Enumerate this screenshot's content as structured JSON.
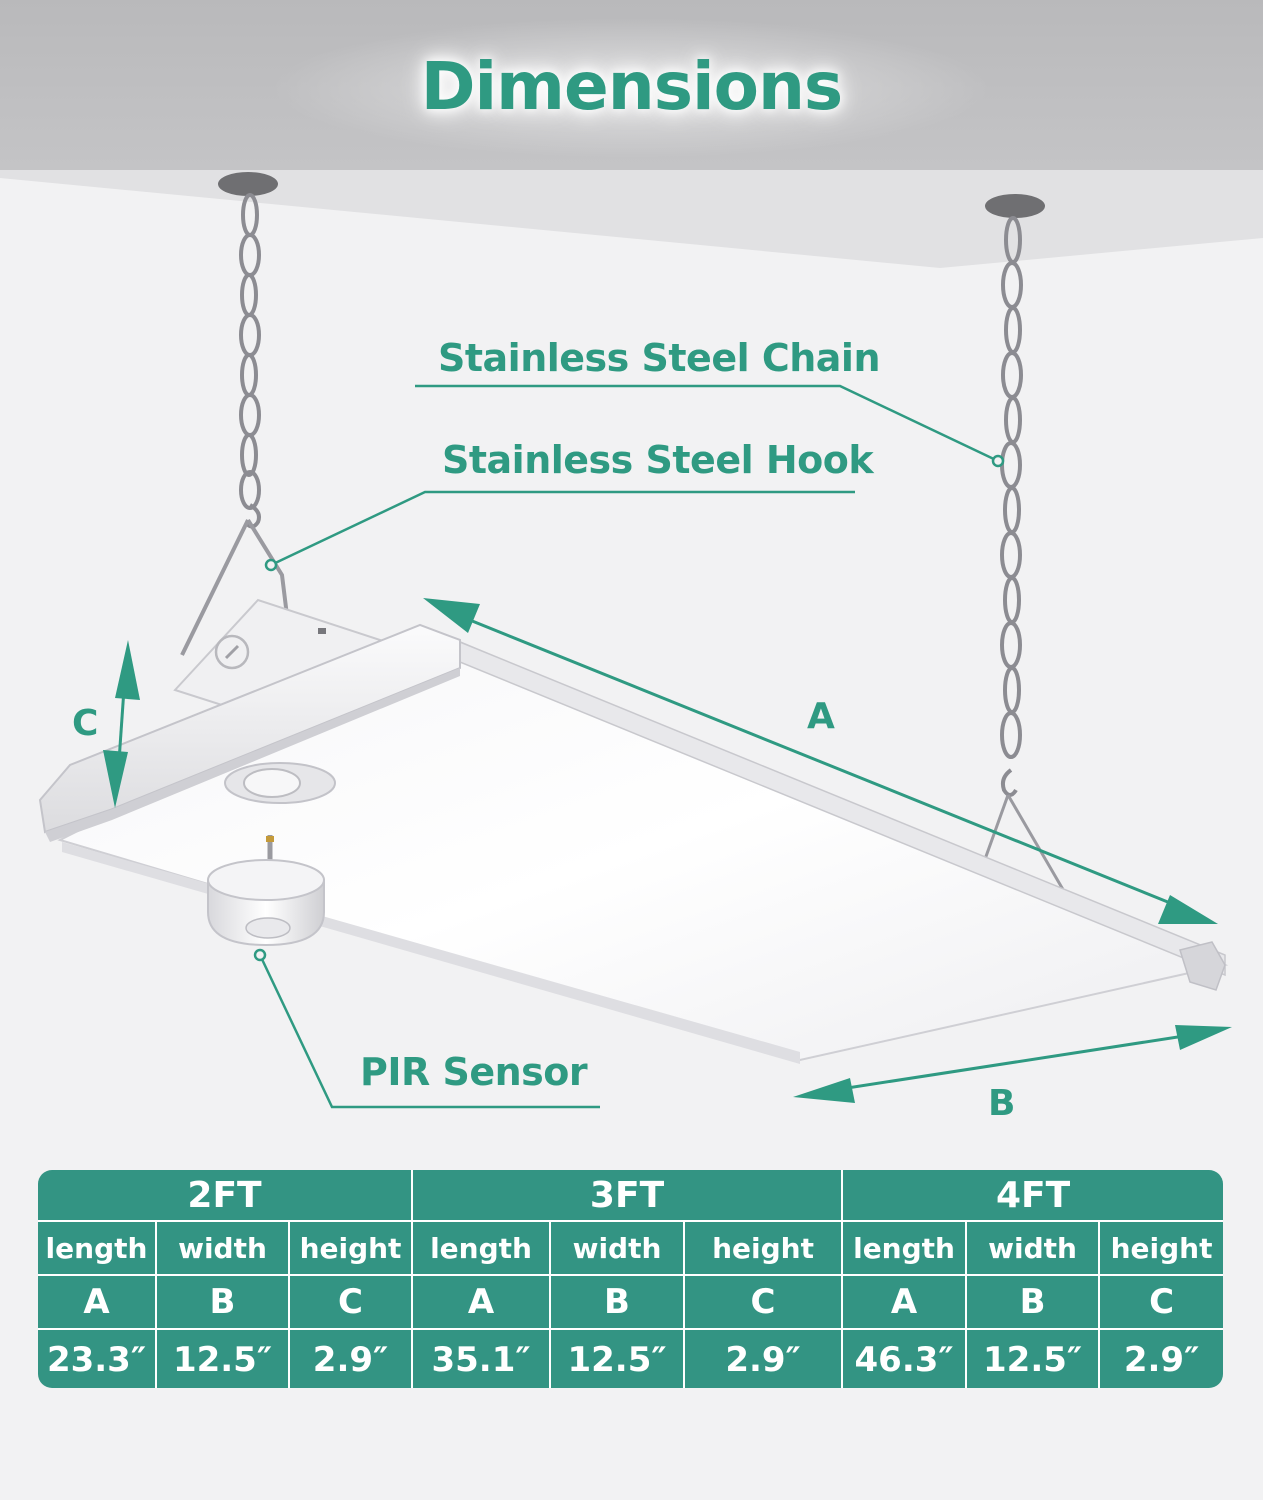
{
  "title": "Dimensions",
  "callouts": {
    "chain": "Stainless Steel Chain",
    "hook": "Stainless Steel Hook",
    "sensor": "PIR Sensor"
  },
  "dimension_labels": {
    "a": "A",
    "b": "B",
    "c": "C"
  },
  "colors": {
    "accent": "#2f9a82",
    "table_bg": "#339483",
    "ceiling": "#bdbdbf"
  },
  "spec_table": {
    "sizes": [
      {
        "name": "2FT",
        "dims": [
          {
            "label": "length",
            "letter": "A",
            "value": "23.3″"
          },
          {
            "label": "width",
            "letter": "B",
            "value": "12.5″"
          },
          {
            "label": "height",
            "letter": "C",
            "value": "2.9″"
          }
        ]
      },
      {
        "name": "3FT",
        "dims": [
          {
            "label": "length",
            "letter": "A",
            "value": "35.1″"
          },
          {
            "label": "width",
            "letter": "B",
            "value": "12.5″"
          },
          {
            "label": "height",
            "letter": "C",
            "value": "2.9″"
          }
        ]
      },
      {
        "name": "4FT",
        "dims": [
          {
            "label": "length",
            "letter": "A",
            "value": "46.3″"
          },
          {
            "label": "width",
            "letter": "B",
            "value": "12.5″"
          },
          {
            "label": "height",
            "letter": "C",
            "value": "2.9″"
          }
        ]
      }
    ]
  }
}
